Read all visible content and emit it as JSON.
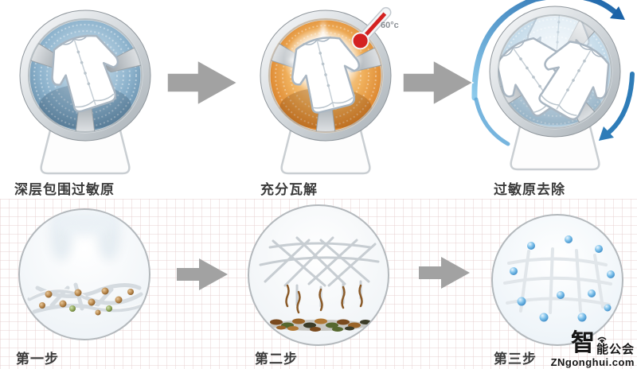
{
  "top_steps": [
    {
      "label": "深层包围过敏原"
    },
    {
      "label": "充分瓦解",
      "temperature": "60°c"
    },
    {
      "label": "过敏原去除"
    }
  ],
  "bottom_steps": [
    {
      "label": "第一步"
    },
    {
      "label": "第二步"
    },
    {
      "label": "第三步"
    }
  ],
  "watermark": {
    "logo_char": "智",
    "logo_rest": "能公会",
    "domain": "ZNgonghui.com"
  },
  "icons": {
    "arrow": "right-block-arrow",
    "thermometer": "thermometer-60c",
    "rotation": "blue-rotation-arrows",
    "wifi": "wifi-signal"
  },
  "colors": {
    "arrow_gray": "#a2a2a2",
    "cold_blue": "#8cb2cc",
    "hot_orange": "#d4751c",
    "rotation_blue": "#2e7cb8",
    "droplet_blue": "#2d7dbd",
    "allergen_brown": "#b07e42",
    "label_text": "#3b3b3b"
  }
}
